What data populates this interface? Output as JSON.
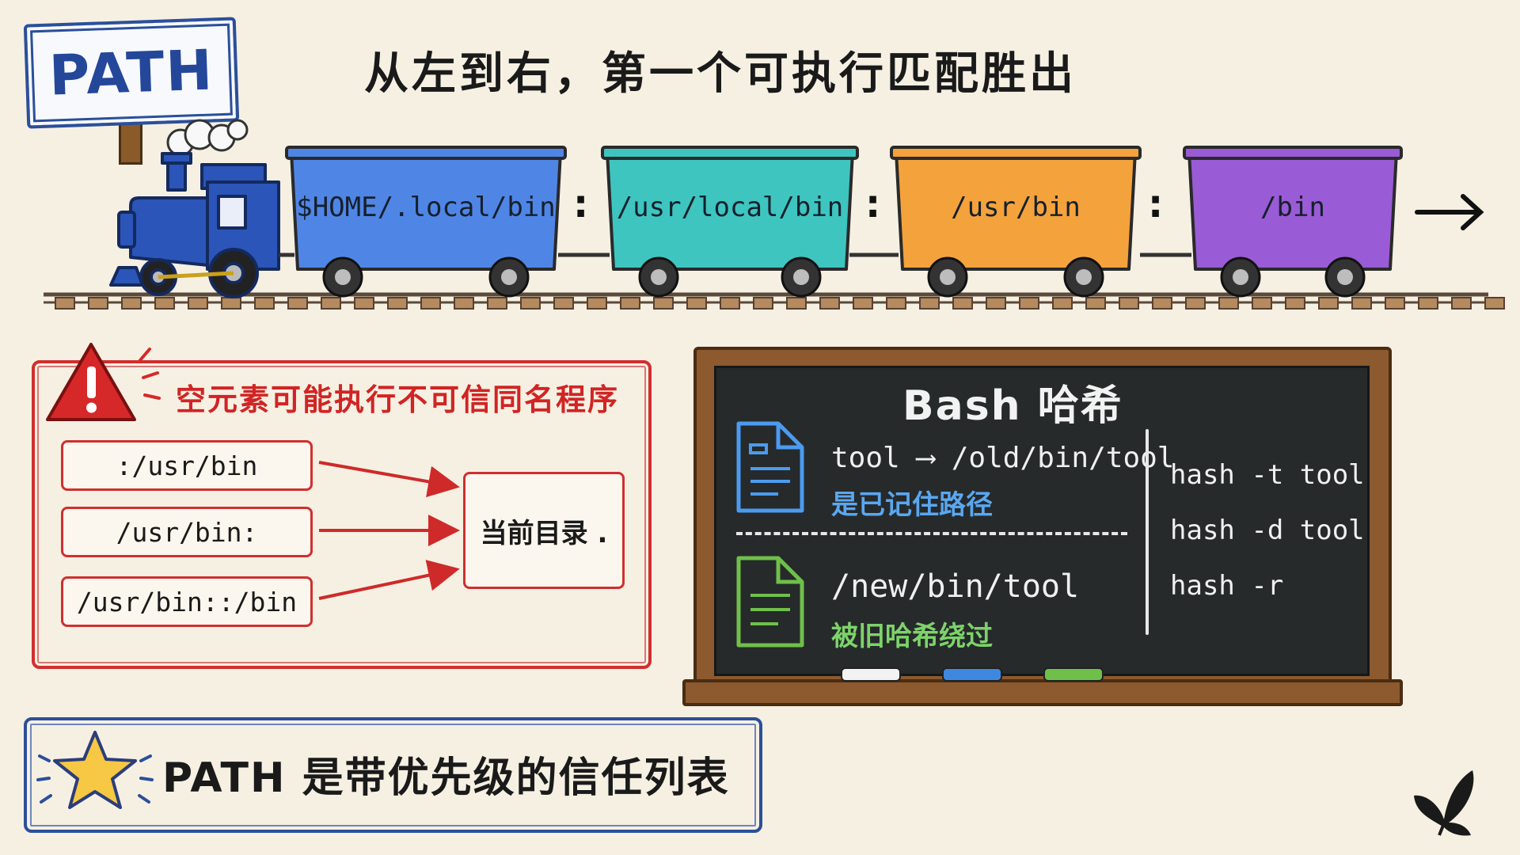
{
  "sign": {
    "label": "PATH"
  },
  "title": "从左到右，第一个可执行匹配胜出",
  "train": {
    "cars": [
      {
        "label": "$HOME/.local/bin",
        "color": "#4f86e6"
      },
      {
        "label": "/usr/local/bin",
        "color": "#3ec5c0"
      },
      {
        "label": "/usr/bin",
        "color": "#f4a23c"
      },
      {
        "label": "/bin",
        "color": "#9a5bd6"
      }
    ],
    "separator": ":",
    "engine_color": "#2b55b8"
  },
  "warning": {
    "title": "空元素可能执行不可信同名程序",
    "examples": [
      ":/usr/bin",
      "/usr/bin:",
      "/usr/bin::/bin"
    ],
    "target": "当前目录 .",
    "color": "#d12e2e"
  },
  "chalkboard": {
    "title": "Bash 哈希",
    "entry_cached": {
      "path": "tool ⟶ /old/bin/tool",
      "note": "是已记住路径",
      "note_color": "#5aa7f0"
    },
    "entry_new": {
      "path": "/new/bin/tool",
      "note": "被旧哈希绕过",
      "note_color": "#7dd36a"
    },
    "commands": [
      "hash -t tool",
      "hash -d tool",
      "hash -r"
    ],
    "chalk_colors": [
      "#f2f2f2",
      "#3f88e0",
      "#6fc04a"
    ]
  },
  "summary": {
    "text": "PATH 是带优先级的信任列表",
    "icon": "star-icon"
  },
  "logo": {
    "icon": "butterfly-icon"
  }
}
